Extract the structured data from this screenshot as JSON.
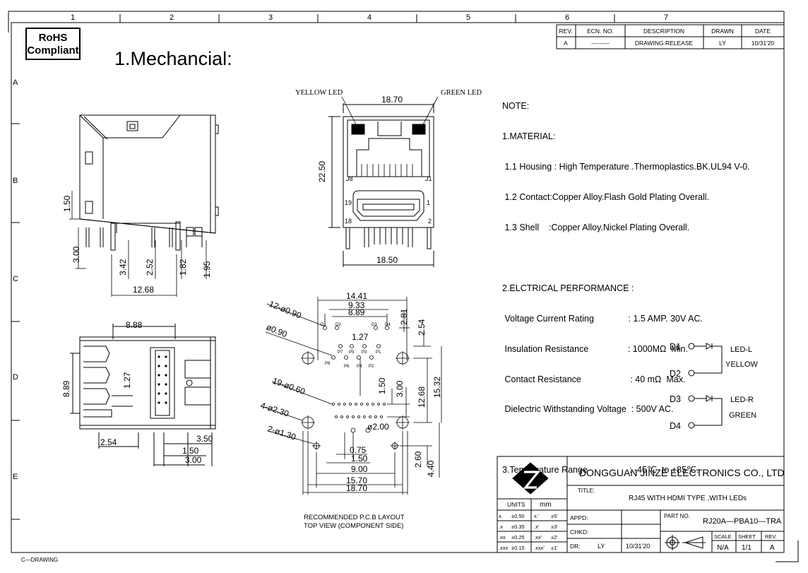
{
  "rohs": {
    "line1": "RoHS",
    "line2": "Compliant"
  },
  "title": "1.Mechancial:",
  "grid": {
    "cols": [
      "1",
      "2",
      "3",
      "4",
      "5",
      "6",
      "7"
    ],
    "rows": [
      "A",
      "B",
      "C",
      "D",
      "E"
    ]
  },
  "revision_table": {
    "headers": [
      "REV.",
      "ECN. NO.",
      "DESCRIPTION",
      "DRAWN",
      "DATE"
    ],
    "row": [
      "A",
      "---------",
      "DRAWING RELEASE",
      "LY",
      "10/31'20"
    ]
  },
  "notes": {
    "head": "NOTE:",
    "material_title": "1.MATERIAL:",
    "m1": " 1.1 Housing : High Temperature .Thermoplastics.BK.UL94 V-0.",
    "m2": " 1.2 Contact:Copper Alloy.Flash Gold Plating Overall.",
    "m3": " 1.3 Shell    :Copper Alloy.Nickel Plating Overall.",
    "elec_title": "2.ELCTRICAL PERFORMANCE :",
    "e1": " Voltage Current Rating              : 1.5 AMP. 30V AC.",
    "e2": " Insulation Resistance                : 1000MΩ  Min.",
    "e3": " Contact Resistance                    : 40 mΩ  Max.",
    "e4": " Dielectric Withstanding Voltage  : 500V AC.",
    "temp": "3.Temperature Range                 : -45℃  to +85℃."
  },
  "side_view": {
    "d1": "1.50",
    "d2": "3.00",
    "d3": "3.42",
    "d4": "2.52",
    "d5": "1.82",
    "d6": "1.95",
    "d7": "12.68"
  },
  "front_view": {
    "yellow_led": "YELLOW LED",
    "green_led": "GREEN LED",
    "width_top": "18.70",
    "height": "22.50",
    "width_bottom": "18.50",
    "j8": "J8",
    "j1": "J1",
    "p19": "19",
    "p1": "1",
    "p18": "18",
    "p2": "2"
  },
  "bottom_view": {
    "d1": "8.88",
    "d2": "8.89",
    "d3": "1.27",
    "d4": "2.54",
    "d5": "3.50",
    "d6": "1.50",
    "d7": "3.00"
  },
  "pcb": {
    "top_dims": [
      "14.41",
      "9.33",
      "8.89"
    ],
    "d_281": "2.81",
    "d_254": "2.54",
    "d_127": "1.27",
    "lbl_12": "12-ø0.90",
    "lbl_090": "ø0.90",
    "lbl_19": "19-ø0.60",
    "lbl_4": "4-ø2.30",
    "lbl_2": "2-ø1.30",
    "phi200": "ø2.00",
    "d_150v": "1.50",
    "d_300v": "3.00",
    "d_1268": "12.68",
    "d_1532": "15.32",
    "d_260": "2.60",
    "d_440": "4.40",
    "bottom_dims": [
      "0.75",
      "1.50",
      "9.00",
      "15.70",
      "18.70"
    ],
    "pads": [
      "D1",
      "D2",
      "D3",
      "D4",
      "P7",
      "P5",
      "P3",
      "P1",
      "P8",
      "P6",
      "P4",
      "P2"
    ],
    "caption1": "RECOMMENDED  P.C.B  LAYOUT",
    "caption2": "TOP  VIEW  (COMPONENT  SIDE)"
  },
  "led_schematic": {
    "d1": "D1",
    "d2": "D2",
    "d3": "D3",
    "d4": "D4",
    "led_l": "LED-L",
    "yellow": "YELLOW",
    "led_r": "LED-R",
    "green": "GREEN"
  },
  "title_block": {
    "company": "DONGGUAN  JINZE  ELECTRONICS  CO.,  LTD",
    "title_label": "TITLE:",
    "title": "RJ45 WITH HDMI TYPE  ,WITH LEDs",
    "units": "UNITS",
    "unit_val": "mm",
    "tol": [
      [
        "x.",
        "±0.50",
        "x.'",
        "±5'"
      ],
      [
        ".x",
        "±0.35",
        ".x'",
        "±3'"
      ],
      [
        ".xx",
        "±0.25",
        ".xx'",
        "±2'"
      ],
      [
        ".xxx",
        "±0.15",
        ".xxx'",
        "±1'"
      ]
    ],
    "appd": "APPD:",
    "chkd": "CHKD:",
    "dr": "DR:",
    "dr_name": "LY",
    "dr_date": "10/31'20",
    "part_no_label": "PART  NO.",
    "part_no": "RJ20A—PBA10—TRA",
    "scale": "SCALE",
    "sheet": "SHEET",
    "rev": "REV.",
    "scale_val": "N/A",
    "sheet_val": "1/1",
    "rev_val": "A"
  },
  "footer": "C—DRAWING"
}
